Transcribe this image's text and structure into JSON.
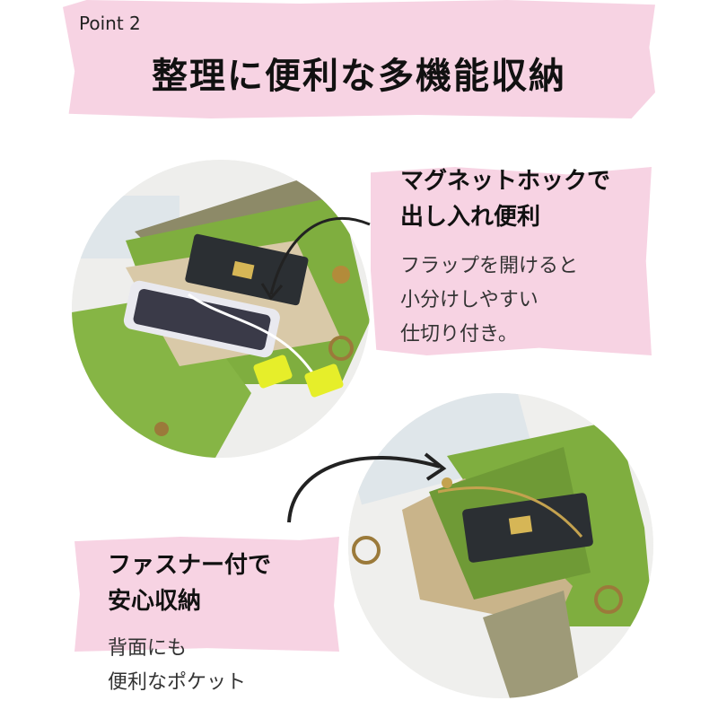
{
  "header": {
    "point_label": "Point 2",
    "title": "整理に便利な多機能収納"
  },
  "feature_top": {
    "heading_line1": "マグネットホックで",
    "heading_line2": "出し入れ便利",
    "desc_line1": "フラップを開けると",
    "desc_line2": "小分けしやすい",
    "desc_line3": "仕切り付き。"
  },
  "feature_bottom": {
    "heading_line1": "ファスナー付で",
    "heading_line2": "安心収納",
    "desc_line1": "背面にも",
    "desc_line2": "便利なポケット"
  },
  "colors": {
    "accent_pink": "#f7d3e3",
    "bag_green": "#7fae3f",
    "canvas_beige": "#c9b48a",
    "card_dark": "#2b2f33",
    "clip_yellow": "#e6ee2a"
  },
  "icons": [
    "curved-arrow-icon",
    "curved-arrow-icon"
  ]
}
